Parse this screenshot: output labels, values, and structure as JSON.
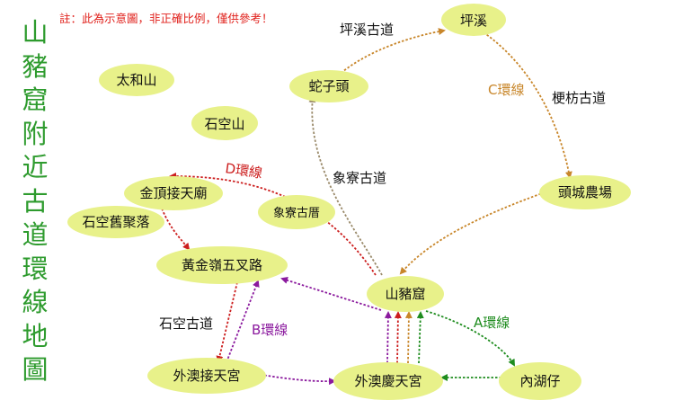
{
  "title": "山豬窟附近古道環線地圖",
  "note": "註：此為示意圖，非正確比例，僅供參考！",
  "places": {
    "taihe": "太和山",
    "shikong": "石空山",
    "jinding": "金頂接天廟",
    "shikong_village": "石空舊聚落",
    "xiangliao_cuo": "象寮古厝",
    "huangjin": "黃金嶺五叉路",
    "shezi": "蛇子頭",
    "pingxi": "坪溪",
    "toucheng": "頭城農場",
    "shanzhu": "山豬窟",
    "waiao_jietian": "外澳接天宮",
    "waiao_qing": "外澳慶天宮",
    "neihu": "內湖仔"
  },
  "trails": {
    "pingxi": "坪溪古道",
    "gengfang": "梗枋古道",
    "xiangliao": "象寮古道",
    "shikong": "石空古道"
  },
  "loops": {
    "a": "A環線",
    "b": "B環線",
    "c": "C環線",
    "d": "D環線"
  },
  "colors": {
    "node_fill": "#e8f18a",
    "title": "#2e9b2e",
    "note": "#e0201b",
    "loop_a": "#1e8c1e",
    "loop_b": "#8b1a9e",
    "loop_c": "#c8862a",
    "loop_d": "#cc1e1e",
    "neutral_route": "#9a8a6a"
  }
}
